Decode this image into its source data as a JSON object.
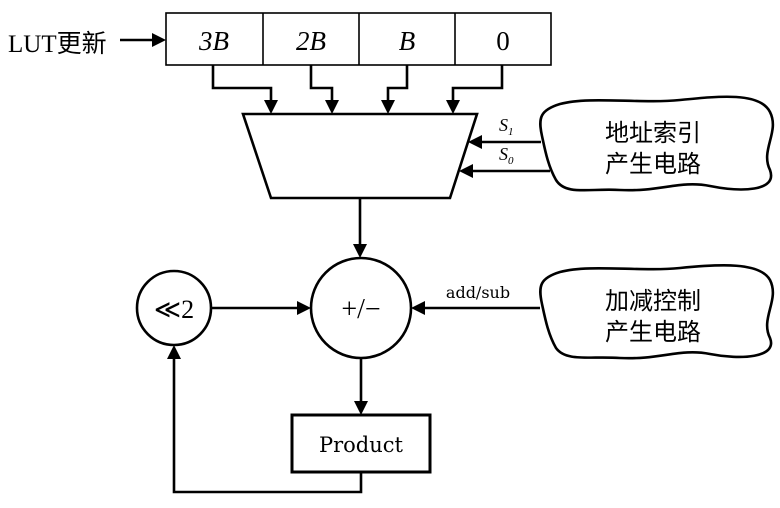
{
  "diagram": {
    "lut_update_label": "LUT更新",
    "lut_cells": [
      "3B",
      "2B",
      "B",
      "0"
    ],
    "select_signals": {
      "s1": "S",
      "s1_sub": "1",
      "s0": "S",
      "s0_sub": "0"
    },
    "address_index_block": {
      "line1": "地址索引",
      "line2": "产生电路"
    },
    "addsub_control_block": {
      "line1": "加减控制",
      "line2": "产生电路"
    },
    "addsub_signal_label": "add/sub",
    "adder_label": "+/−",
    "shift_label": "≪2",
    "product_label": "Product"
  }
}
